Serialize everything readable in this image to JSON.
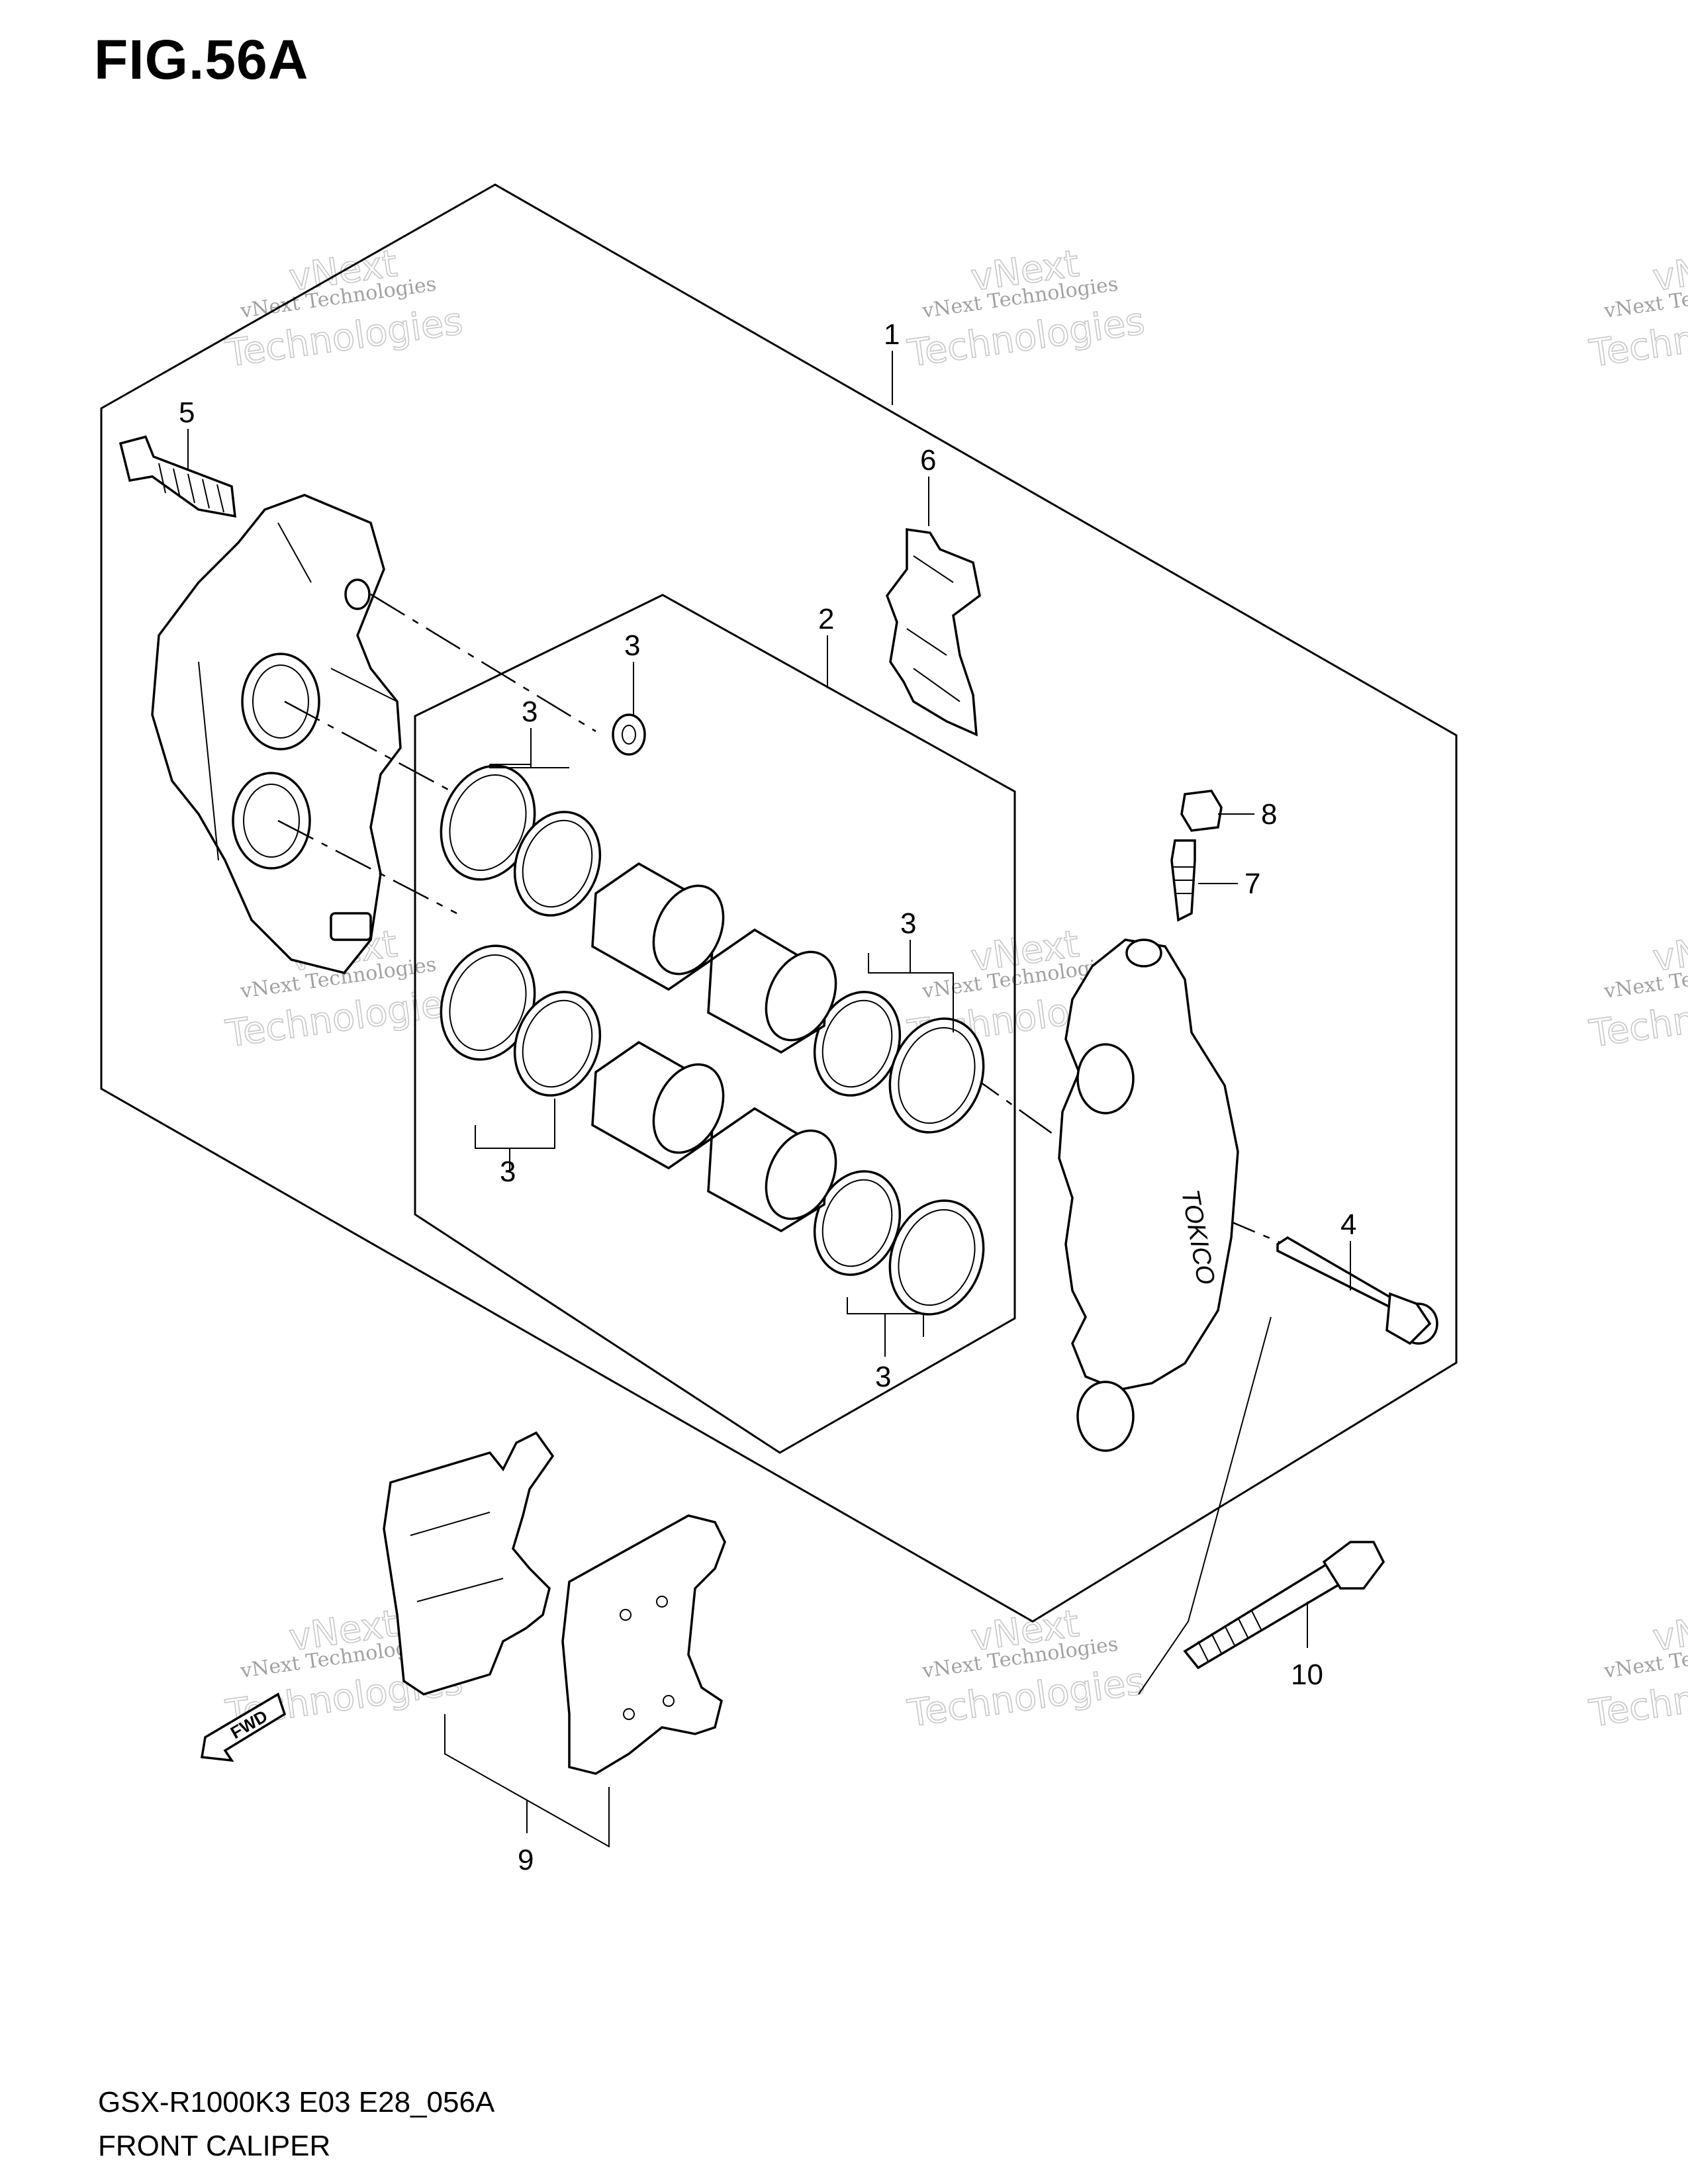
{
  "figure": {
    "title": "FIG.56A",
    "model_code": "GSX-R1000K3 E03 E28_056A",
    "section_name": "FRONT CALIPER"
  },
  "watermark": {
    "line1": "vNext Technologies",
    "line2": "vNext",
    "line3": "Technologies"
  },
  "callouts": {
    "c1": "1",
    "c2": "2",
    "c3a": "3",
    "c3b": "3",
    "c3c": "3",
    "c3d": "3",
    "c3e": "3",
    "c4": "4",
    "c5": "5",
    "c6": "6",
    "c7": "7",
    "c8": "8",
    "c9": "9",
    "c10": "10"
  },
  "caliper_brand": "TOKICO",
  "direction_arrow": "FWD"
}
